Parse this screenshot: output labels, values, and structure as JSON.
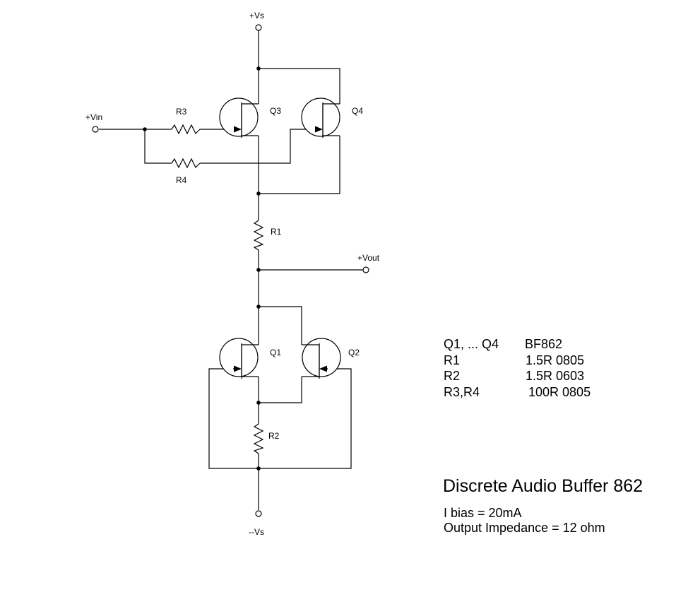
{
  "schematic": {
    "nodes": {
      "vs_pos": "+Vs",
      "vs_neg": "--Vs",
      "vin": "+Vin",
      "vout": "+Vout"
    },
    "components": {
      "q1": "Q1",
      "q2": "Q2",
      "q3": "Q3",
      "q4": "Q4",
      "r1": "R1",
      "r2": "R2",
      "r3": "R3",
      "r4": "R4"
    }
  },
  "bom": [
    {
      "ref": "Q1, ... Q4",
      "value": "BF862"
    },
    {
      "ref": "R1",
      "value": "1.5R 0805"
    },
    {
      "ref": "R2",
      "value": "1.5R 0603"
    },
    {
      "ref": "R3,R4",
      "value": "100R 0805"
    }
  ],
  "title": "Discrete Audio Buffer 862",
  "specs": {
    "bias": "I bias = 20mA",
    "impedance": "Output Impedance  = 12 ohm"
  }
}
